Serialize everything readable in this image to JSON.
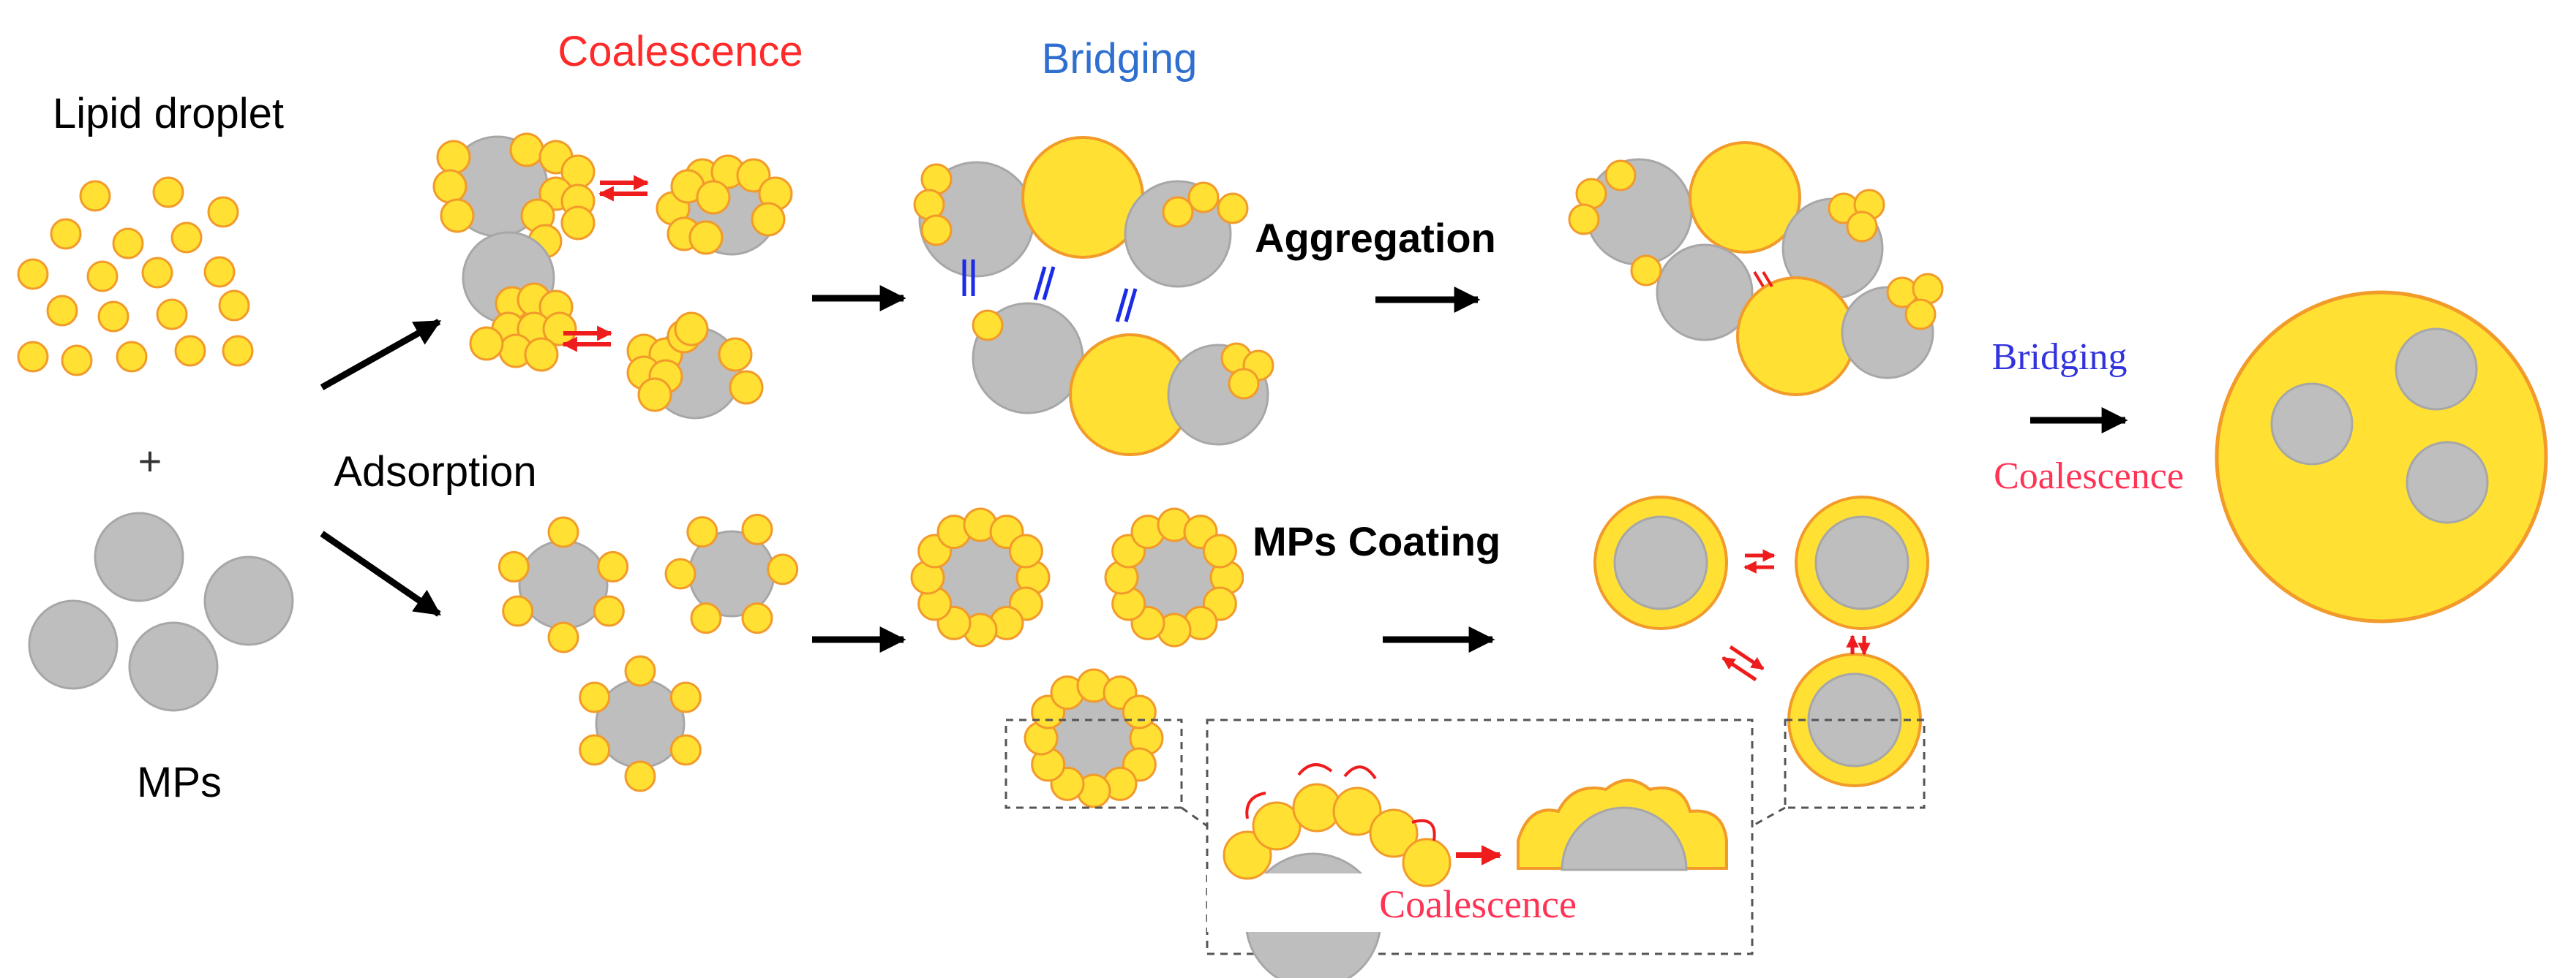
{
  "labels": {
    "lipid_droplet": "Lipid droplet",
    "plus": "+",
    "mps": "MPs",
    "adsorption": "Adsorption",
    "coalescence_top": "Coalescence",
    "bridging_top": "Bridging",
    "aggregation": "Aggregation",
    "mps_coating": "MPs Coating",
    "bridging_right": "Bridging",
    "coalescence_right": "Coalescence",
    "coalescence_inset": "Coalescence"
  },
  "colors": {
    "droplet_fill": "#FFE033",
    "droplet_stroke": "#F29A2A",
    "mp_fill": "#BEBEBE",
    "mp_stroke": "#A7A7A7",
    "arrow_black": "#000000",
    "arrow_red": "#EE1C1C",
    "arrow_blue": "#1C2BE6",
    "label_red": "#FF2A2A",
    "label_blue": "#2F6FD0",
    "label_serif_blue": "#3333DD",
    "label_serif_red": "#FF3355",
    "inset_border": "#555555"
  }
}
